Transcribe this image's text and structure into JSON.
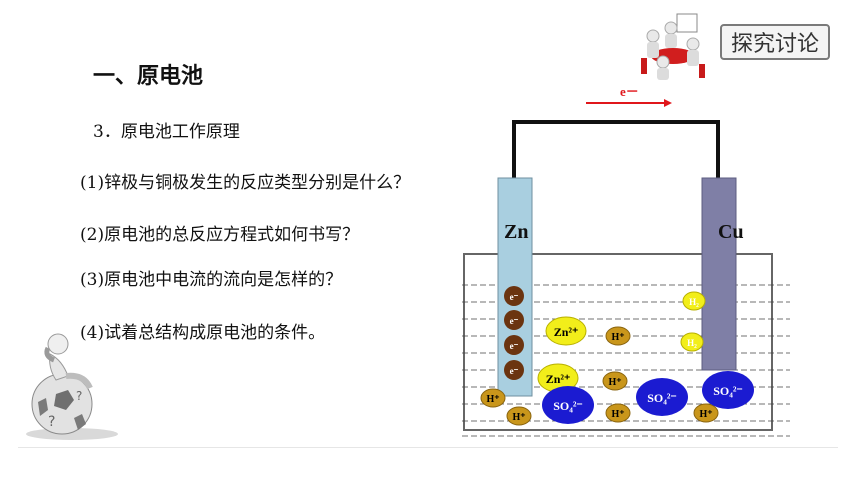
{
  "title": "一、原电池",
  "subtitle": "3．原电池工作原理",
  "badge": "探究讨论",
  "questions": [
    "(1)锌极与铜极发生的反应类型分别是什么？",
    "(2)原电池的总反应方程式如何书写？",
    "(3)原电池中电流的流向是怎样的？",
    "(4)试着总结构成原电池的条件。"
  ],
  "diagram": {
    "electron_label": "e－",
    "anode_label": "Zn",
    "cathode_label": "Cu",
    "electron_symbol": "e⁻",
    "zinc_ion": "Zn²⁺",
    "hydrogen_ion": "H⁺",
    "sulfate_ion": "SO₄²⁻",
    "hydrogen_gas": "H₂"
  },
  "colors": {
    "zinc_rod": "#a9cfe0",
    "copper_rod": "#7f7fa6",
    "electron": "#6b3410",
    "zinc_ion": "#f2ee1a",
    "hydrogen_ion": "#c9961b",
    "sulfate_ion": "#1b1bd1",
    "arrow": "#e0161b"
  }
}
